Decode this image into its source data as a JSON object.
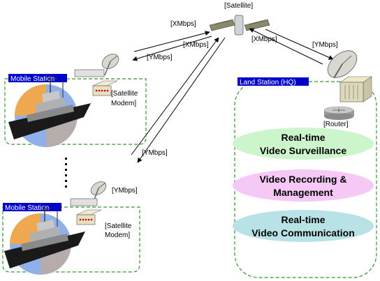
{
  "satellite": {
    "label": "[Satellite]"
  },
  "links": {
    "top_left_up": "[XMbps]",
    "top_left_down_y": "[YMbps]",
    "top_left_down_x": "[XMbps]",
    "mid_y": "[YMbps]",
    "right_x": "[XMbps]",
    "right_y": "[YMbps]",
    "mobile2_y": "[YMbps]"
  },
  "mobile_station_1": {
    "tag": "Mobile Station",
    "modem_line1": "[Satellite",
    "modem_line2": "Modem]"
  },
  "mobile_station_2": {
    "tag": "Mobile Station",
    "modem_line1": "[Satellite",
    "modem_line2": "Modem]"
  },
  "land_station": {
    "tag": "Land Station (HQ)",
    "router_label": "[Router]",
    "services": [
      {
        "line1": "Real-time",
        "line2": "Video Surveillance",
        "color": "#ccf5cc"
      },
      {
        "line1": "Video Recording &",
        "line2": "Management",
        "color": "#f5c8f5"
      },
      {
        "line1": "Real-time",
        "line2": "Video Communication",
        "color": "#b8e2e6"
      }
    ]
  },
  "colors": {
    "tag_bg": "#0000cc",
    "dashed_border": "#2e9a2e"
  }
}
